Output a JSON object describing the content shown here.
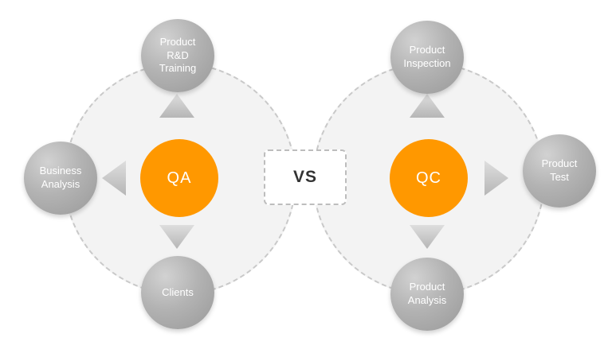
{
  "diagram": {
    "vs_label": "VS",
    "qa": {
      "center_label": "QA",
      "top_label": "Product\nR&D\nTraining",
      "left_label": "Business\nAnalysis",
      "bottom_label": "Clients"
    },
    "qc": {
      "center_label": "QC",
      "top_label": "Product\nInspection",
      "right_label": "Product\nTest",
      "bottom_label": "Product\nAnalysis"
    },
    "colors": {
      "accent_orange": "#ff9800",
      "satellite_gray": "#b3b3b3",
      "dashed_border": "#c9c9c9",
      "inner_fill": "#f3f3f3",
      "vs_text": "#333333",
      "label_text": "#ffffff"
    }
  }
}
